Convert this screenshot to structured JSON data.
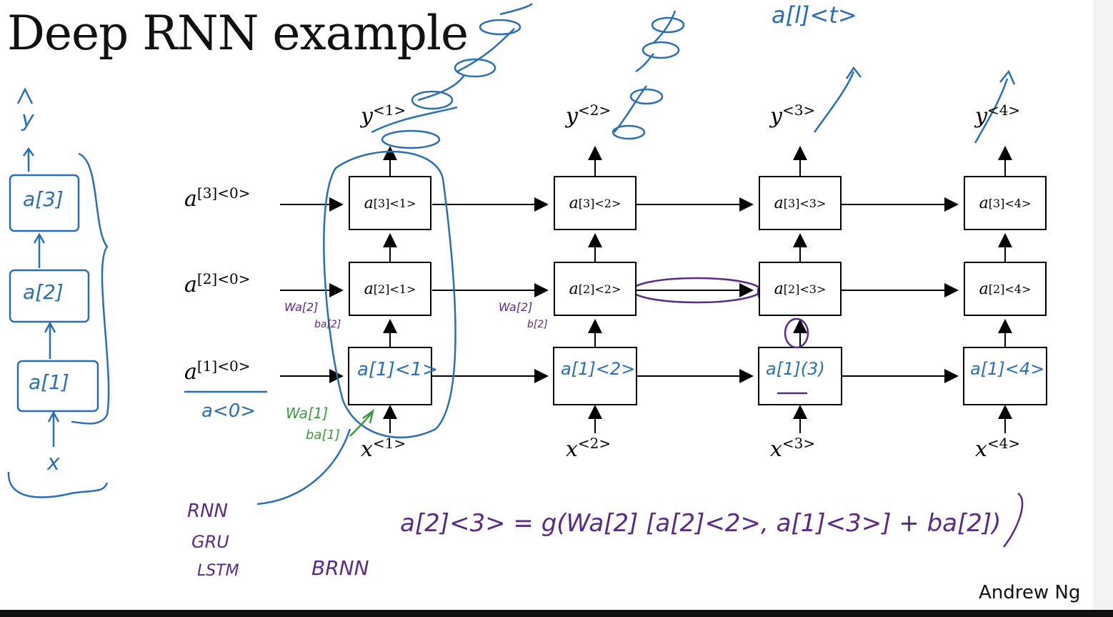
{
  "title": "Deep RNN example",
  "author": "Andrew Ng",
  "cells": [
    [
      "a",
      "[3]<1>"
    ],
    [
      "a",
      "[3]<2>"
    ],
    [
      "a",
      "[3]<3>"
    ],
    [
      "a",
      "[3]<4>"
    ],
    [
      "a",
      "[2]<1>"
    ],
    [
      "a",
      "[2]<2>"
    ],
    [
      "a",
      "[2]<3>"
    ],
    [
      "a",
      "[2]<4>"
    ]
  ],
  "init_labels": [
    [
      "a",
      "[3]<0>"
    ],
    [
      "a",
      "[2]<0>"
    ],
    [
      "a",
      "[1]<0>"
    ]
  ],
  "outputs": [
    [
      "y",
      "<1>"
    ],
    [
      "y",
      "<2>"
    ],
    [
      "y",
      "<3>"
    ],
    [
      "y",
      "<4>"
    ]
  ],
  "inputs": [
    [
      "x",
      "<1>"
    ],
    [
      "x",
      "<2>"
    ],
    [
      "x",
      "<3>"
    ],
    [
      "x",
      "<4>"
    ]
  ],
  "handwritten": {
    "layer1_cells": [
      "a[1]<1>",
      "a[1]<2>",
      "a[1](3)",
      "a[1]<4>"
    ],
    "top_annotation": "a[l]<t>",
    "a0": "a<0>",
    "stack_labels": [
      "y",
      "a[3]",
      "a[2]",
      "a[1]",
      "x"
    ],
    "params_layer1": [
      "Wa[1]",
      "ba[1]"
    ],
    "params_layer2_a": [
      "Wa[2]",
      "ba[2]"
    ],
    "params_layer2_b": [
      "Wa[2]",
      "b[2]"
    ],
    "models": [
      "RNN",
      "GRU",
      "LSTM"
    ],
    "brnn": "BRNN",
    "equation": "a[2]<3> = g(Wa[2] [a[2]<2>, a[1]<3>] + ba[2])"
  },
  "colors": {
    "blue": "#2a6fb5",
    "purple": "#5b2a86",
    "green": "#3d9a3d"
  }
}
